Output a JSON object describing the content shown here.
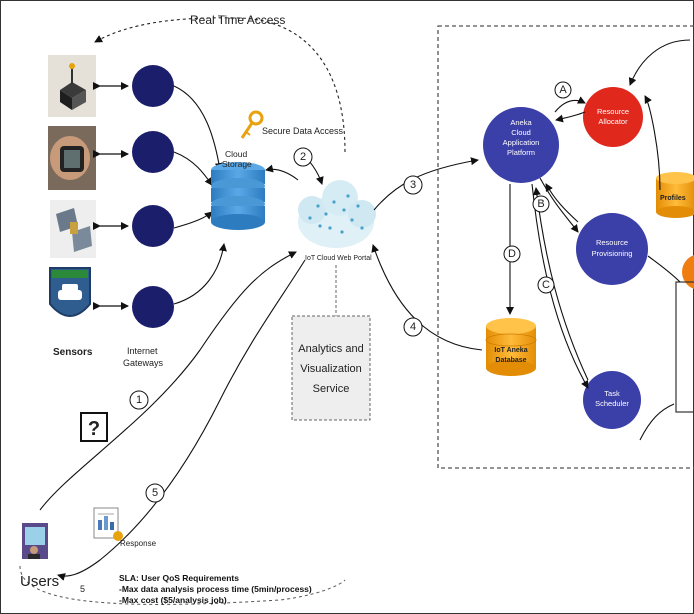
{
  "labels": {
    "real_time_access": "Real Time Access",
    "secure_data_access": "Secure Data Access",
    "cloud_storage_1": "Cloud",
    "cloud_storage_2": "Storage",
    "iot_cloud_web_portal": "IoT Cloud Web Portal",
    "sensors": "Sensors",
    "internet_gateways_1": "Internet",
    "internet_gateways_2": "Gateways",
    "analytics_1": "Analytics and",
    "analytics_2": "Visualization",
    "analytics_3": "Service",
    "question_mark": "?",
    "response": "Response",
    "users": "Users",
    "aneka_1": "Aneka",
    "aneka_2": "Cloud",
    "aneka_3": "Application",
    "aneka_4": "Platform",
    "resource_allocator_1": "Resource",
    "resource_allocator_2": "Allocator",
    "resource_provisioning_1": "Resource",
    "resource_provisioning_2": "Provisioning",
    "task_scheduler_1": "Task",
    "task_scheduler_2": "Scheduler",
    "database_1": "IoT Aneka",
    "database_2": "Database",
    "profiles": "Profiles"
  },
  "step_markers": [
    "1",
    "2",
    "3",
    "4",
    "5",
    "5"
  ],
  "letter_markers": [
    "A",
    "B",
    "C",
    "D"
  ],
  "sla": {
    "title": "SLA: User QoS Requirements",
    "line1": "-Max data analysis process time (5min/process)",
    "line2": "-Max cost ($5/analysis job)"
  },
  "colors": {
    "navy_node": "#1b1f6b",
    "blue_node": "#3b3fa8",
    "red_node": "#e0281d",
    "orange_db": "#f5a214",
    "storage_db": "#3a8fd0"
  }
}
